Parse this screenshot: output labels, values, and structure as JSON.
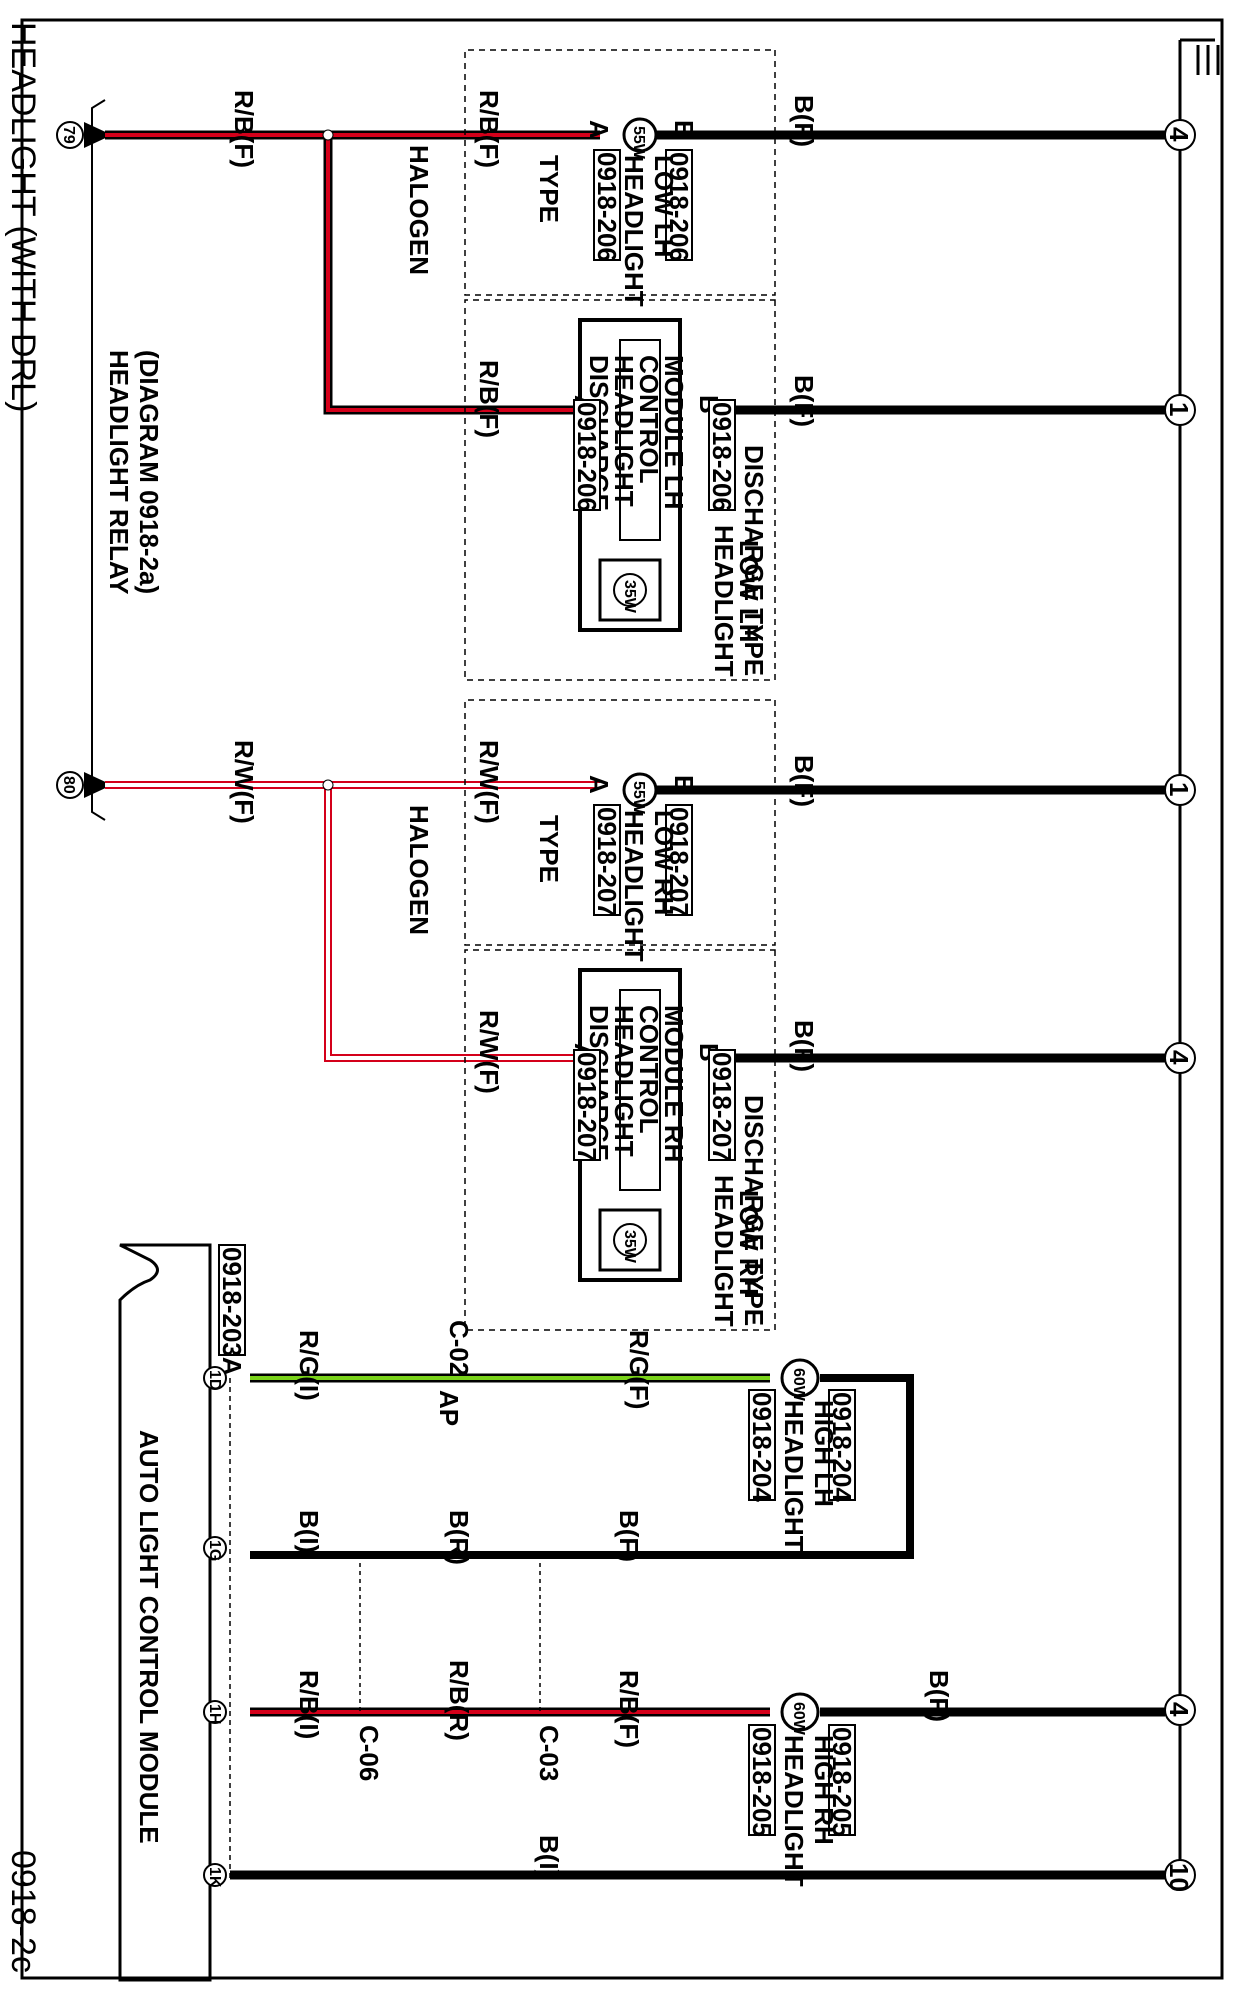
{
  "title": "HEADLIGHT (WITH DRL)",
  "diagram_code": "0918-2c",
  "relay": {
    "line1": "HEADLIGHT RELAY",
    "line2": "(DIAGRAM 0918-2a)",
    "term_lh": "79",
    "term_rh": "80"
  },
  "module": {
    "name": "AUTO LIGHT CONTROL MODULE",
    "connector": "0918-203A",
    "pins": [
      "1D",
      "1G",
      "1H",
      "1K"
    ]
  },
  "wires": {
    "rb_f": "R/B(F)",
    "rw_f": "R/W(F)",
    "b_f": "B(F)",
    "rg_f": "R/G(F)",
    "rg_i": "R/G(I)",
    "b_i": "B(I)",
    "b_r": "B(R)",
    "rb_i": "R/B(I)",
    "rb_r": "R/B(R)"
  },
  "connectors": {
    "c02": "C-02",
    "ap": "AP",
    "c03": "C-03",
    "c06": "C-06"
  },
  "lh_halogen": {
    "code": "0918-206",
    "name1": "HEADLIGHT",
    "name2": "LOW LH",
    "watt": "55W",
    "type1": "HALOGEN",
    "type2": "TYPE",
    "pin_a": "A",
    "pin_b": "B"
  },
  "lh_discharge": {
    "code": "0918-206",
    "mod1": "DISCHARGE",
    "mod2": "HEADLIGHT",
    "mod3": "CONTROL",
    "mod4": "MODULE LH",
    "name1": "HEADLIGHT",
    "name2": "LOW LH",
    "watt": "35W",
    "type": "DISCHARGE TYPE",
    "pin_a": "A",
    "pin_b": "B"
  },
  "rh_halogen": {
    "code": "0918-207",
    "name1": "HEADLIGHT",
    "name2": "LOW RH",
    "watt": "55W",
    "type1": "HALOGEN",
    "type2": "TYPE",
    "pin_a": "A",
    "pin_b": "B"
  },
  "rh_discharge": {
    "code": "0918-207",
    "mod1": "DISCHARGE",
    "mod2": "HEADLIGHT",
    "mod3": "CONTROL",
    "mod4": "MODULE RH",
    "name1": "HEADLIGHT",
    "name2": "LOW RH",
    "watt": "35W",
    "type": "DISCHARGE TYPE",
    "pin_a": "A",
    "pin_b": "B"
  },
  "high_lh": {
    "code": "0918-204",
    "name1": "HEADLIGHT",
    "name2": "HIGH LH",
    "watt": "60W"
  },
  "high_rh": {
    "code": "0918-205",
    "name1": "HEADLIGHT",
    "name2": "HIGH RH",
    "watt": "60W"
  },
  "grounds": [
    "4",
    "1",
    "1",
    "4",
    "4",
    "10"
  ],
  "colors": {
    "red": "#d4001a",
    "green": "#7ad21a",
    "black": "#000000"
  }
}
